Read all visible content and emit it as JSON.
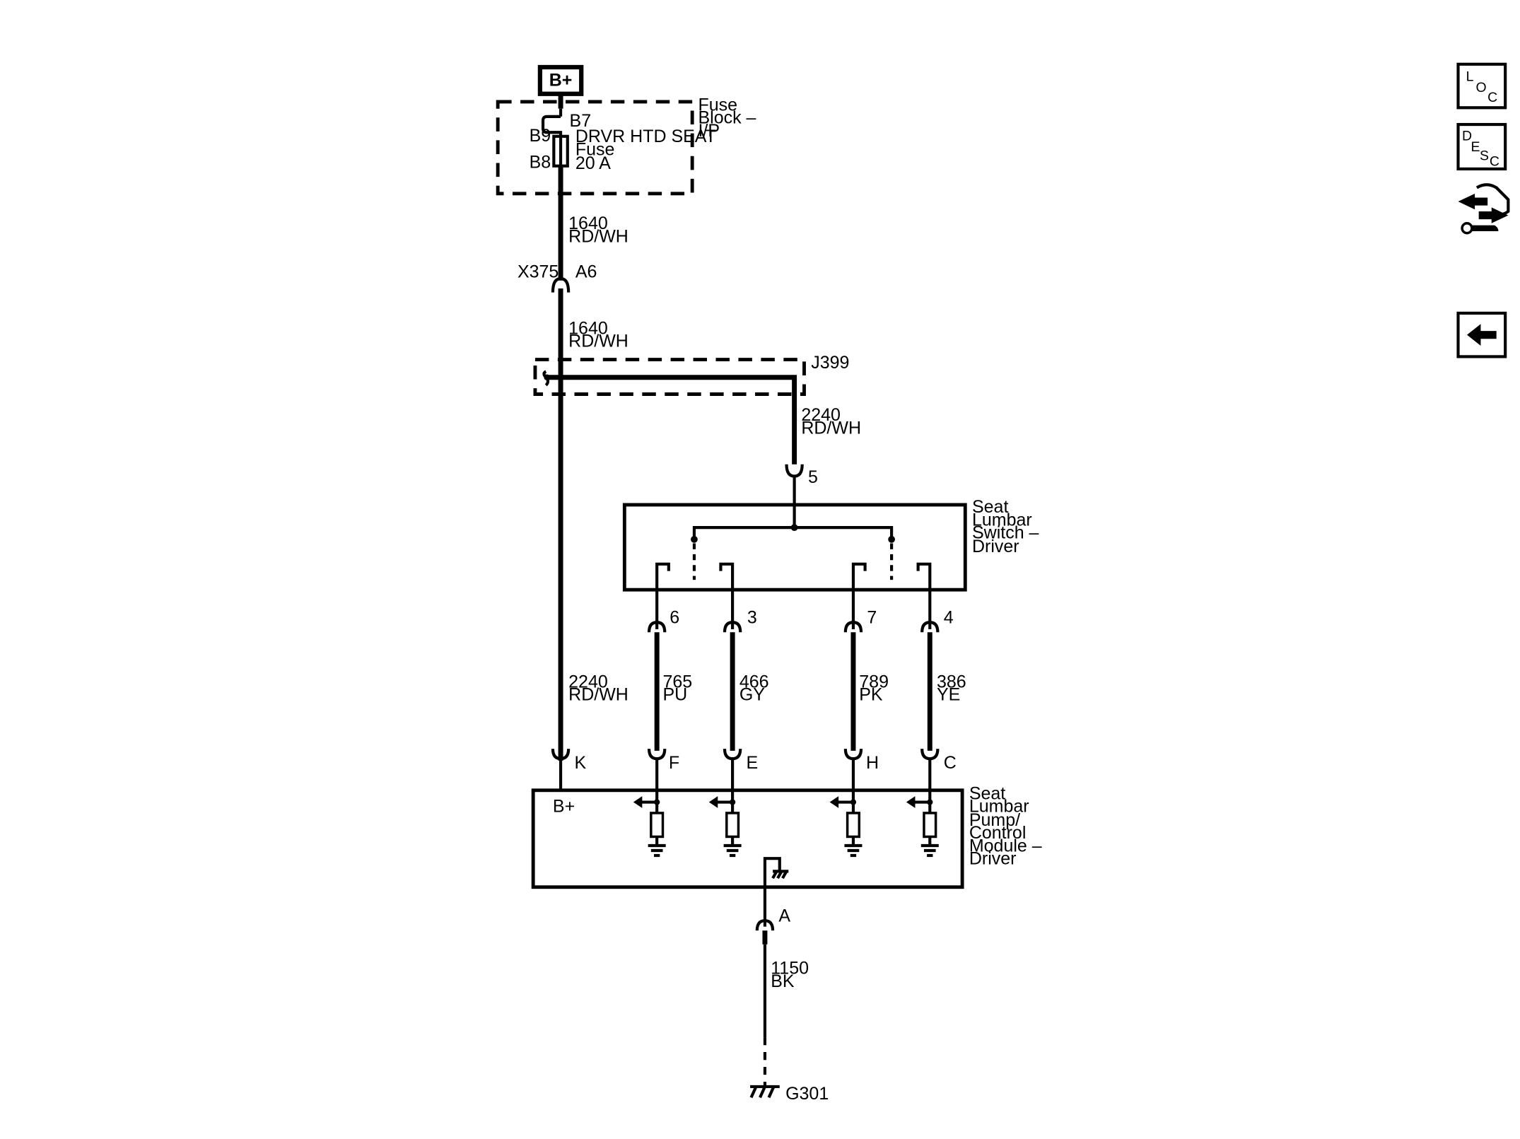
{
  "power": {
    "source": "B+"
  },
  "fuse_block": {
    "name_lines": [
      "Fuse",
      "Block –",
      "I/P"
    ],
    "pin_in": "B7",
    "pin_top": "B9",
    "pin_bottom": "B8",
    "fuse_lines": [
      "DRVR HTD SEAT",
      "Fuse",
      "20 A"
    ]
  },
  "wire_fuse_out": {
    "circuit": "1640",
    "color": "RD/WH"
  },
  "inline_connector": {
    "name": "X375",
    "pin": "A6"
  },
  "wire_after_connector": {
    "circuit": "1640",
    "color": "RD/WH"
  },
  "splice": {
    "name": "J399"
  },
  "wire_to_switch": {
    "circuit": "2240",
    "color": "RD/WH"
  },
  "switch": {
    "name_lines": [
      "Seat",
      "Lumbar",
      "Switch –",
      "Driver"
    ],
    "supply_pin": "5",
    "pins": [
      "6",
      "3",
      "7",
      "4"
    ]
  },
  "wires_switch_to_module": [
    {
      "circuit": "765",
      "color": "PU"
    },
    {
      "circuit": "466",
      "color": "GY"
    },
    {
      "circuit": "789",
      "color": "PK"
    },
    {
      "circuit": "386",
      "color": "YE"
    }
  ],
  "wire_to_module": {
    "circuit": "2240",
    "color": "RD/WH"
  },
  "module": {
    "name_lines": [
      "Seat",
      "Lumbar",
      "Pump/",
      "Control",
      "Module –",
      "Driver"
    ],
    "supply_label": "B+",
    "supply_pin": "K",
    "input_pins": [
      "F",
      "E",
      "H",
      "C"
    ],
    "ground_pin": "A"
  },
  "ground_wire": {
    "circuit": "1150",
    "color": "BK"
  },
  "ground": {
    "name": "G301"
  },
  "nav": {
    "loc": [
      "L",
      "O",
      "C"
    ],
    "desc": [
      "D",
      "E",
      "S",
      "C"
    ]
  },
  "icons": {
    "loc": "loc-button-icon",
    "desc": "desc-button-icon",
    "connector": "connector-hand-icon",
    "back": "back-arrow-icon"
  }
}
